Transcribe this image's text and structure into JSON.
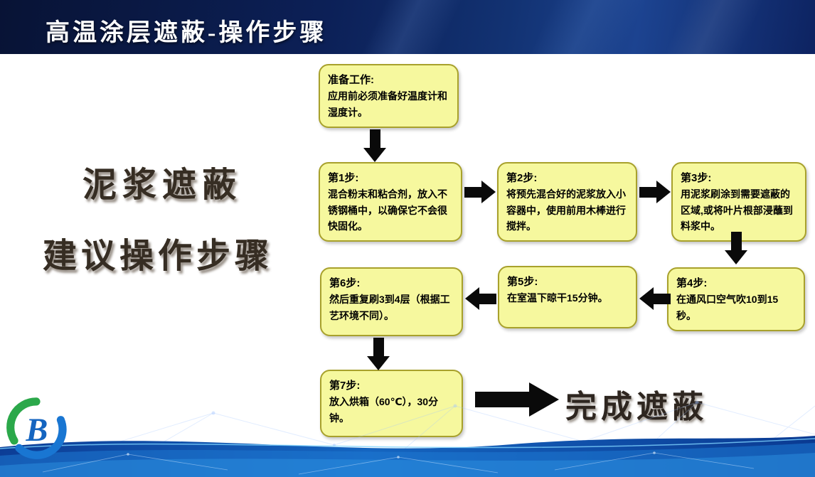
{
  "slide": {
    "title": "高温涂层遮蔽-操作步骤"
  },
  "side_caption": {
    "line1": "泥浆遮蔽",
    "line2": "建议操作步骤"
  },
  "flowchart": {
    "prep": {
      "title": "准备工作:",
      "body": "应用前必须准备好温度计和湿度计。"
    },
    "steps": [
      {
        "title": "第1步:",
        "body": "混合粉末和粘合剂，放入不锈钢桶中，以确保它不会很快固化。"
      },
      {
        "title": "第2步:",
        "body": "将预先混合好的泥浆放入小容器中，使用前用木棒进行搅拌。"
      },
      {
        "title": "第3步:",
        "body": "用泥浆刷涂到需要遮蔽的区域,或将叶片根部浸蘸到料浆中。"
      },
      {
        "title": "第4步:",
        "body": "在通风口空气吹10到15秒。"
      },
      {
        "title": "第5步:",
        "body": "在室温下晾干15分钟。"
      },
      {
        "title": "第6步:",
        "body": "然后重复刷3到4层（根据工艺环境不同）。"
      },
      {
        "title": "第7步:",
        "body": "放入烘箱（60℃），30分钟。"
      }
    ],
    "finish_label": "完成遮蔽"
  },
  "logo": {
    "letter": "B"
  },
  "colors": {
    "header_bg": "#0c2057",
    "box_bg": "#f6f89e",
    "box_border": "#a8a12c",
    "arrow": "#0a0a0a",
    "footer_blue": "#1565c0",
    "title_text": "#ffffff",
    "caption_text": "#362d23",
    "logo_green": "#2ba84a",
    "logo_blue": "#1976d2"
  }
}
